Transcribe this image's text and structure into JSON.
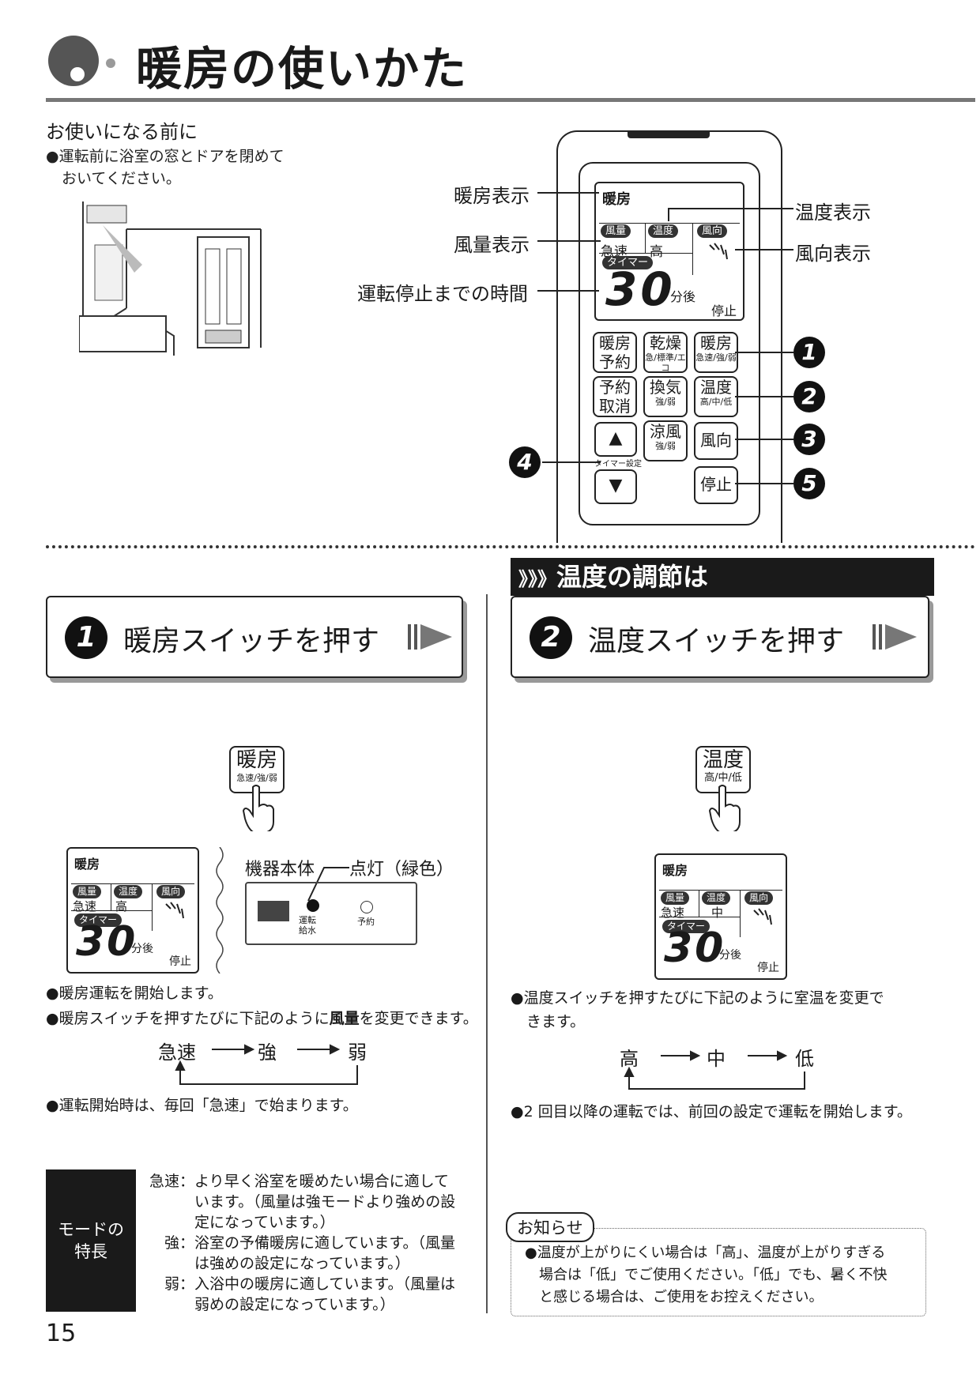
{
  "page": {
    "title": "暖房の使いかた",
    "page_number": "15"
  },
  "before_use": {
    "heading": "お使いになる前に",
    "bullet": "運転前に浴室の窓とドアを閉めて",
    "bullet_cont": "おいてください。"
  },
  "remote": {
    "lcd": {
      "mode": "暖房",
      "badge_fan": "風量",
      "badge_temp": "温度",
      "badge_dir": "風向",
      "fan_value": "急速",
      "temp_value": "高",
      "badge_timer": "タイマー",
      "timer_value": "30",
      "timer_unit": "分後",
      "timer_action": "停止"
    },
    "callouts": {
      "heating_display": "暖房表示",
      "fan_display": "風量表示",
      "time_until_stop": "運転停止までの時間",
      "temp_display": "温度表示",
      "direction_display": "風向表示"
    },
    "buttons": {
      "reserve_heat": [
        "暖房",
        "予約"
      ],
      "dry": {
        "main": "乾燥",
        "sub": "急/標準/エコ"
      },
      "heat": {
        "main": "暖房",
        "sub": "急速/強/弱"
      },
      "cancel_reserve": [
        "予約",
        "取消"
      ],
      "vent": {
        "main": "換気",
        "sub": "強/弱"
      },
      "temp": {
        "main": "温度",
        "sub": "高/中/低"
      },
      "up": "▲",
      "cool": {
        "main": "涼風",
        "sub": "強/弱"
      },
      "direction": "風向",
      "timer_set": "タイマー設定",
      "down": "▼",
      "stop": "停止"
    },
    "numbers": {
      "n1": "1",
      "n2": "2",
      "n3": "3",
      "n4": "4",
      "n5": "5"
    }
  },
  "step1": {
    "number": "1",
    "title": "暖房スイッチを押す",
    "button_main": "暖房",
    "button_sub": "急速/強/弱",
    "lcd": {
      "mode": "暖房",
      "badge_fan": "風量",
      "badge_temp": "温度",
      "badge_dir": "風向",
      "fan_value": "急速",
      "temp_value": "高",
      "badge_timer": "タイマー",
      "timer_value": "30",
      "timer_unit": "分後",
      "timer_action": "停止"
    },
    "unit_label": "機器本体",
    "lamp_label": "点灯（緑色）",
    "lamp1": [
      "運転",
      "給水"
    ],
    "lamp2": "予約",
    "bullets": [
      "暖房運転を開始します。"
    ],
    "bullet2_pre": "暖房スイッチを押すたびに下記のように",
    "bullet2_bold": "風量",
    "bullet2_post": "を変更できます。",
    "cycle": [
      "急速",
      "強",
      "弱"
    ],
    "bullet3": "運転開始時は、毎回「急速」で始まります。"
  },
  "temp_section": {
    "title": "温度の調節は",
    "prefix": "》》》"
  },
  "step2": {
    "number": "2",
    "title": "温度スイッチを押す",
    "button_main": "温度",
    "button_sub": "高/中/低",
    "lcd": {
      "mode": "暖房",
      "badge_fan": "風量",
      "badge_temp": "温度",
      "badge_dir": "風向",
      "fan_value": "急速",
      "temp_value": "中",
      "badge_timer": "タイマー",
      "timer_value": "30",
      "timer_unit": "分後",
      "timer_action": "停止"
    },
    "bullet1": "温度スイッチを押すたびに下記のように室温を変更で",
    "bullet1_cont": "きます。",
    "cycle": [
      "高",
      "中",
      "低"
    ],
    "bullet2": "2 回目以降の運転では、前回の設定で運転を開始します。"
  },
  "mode_features": {
    "label_line1": "モードの",
    "label_line2": "特長",
    "items": [
      {
        "key": "急速：",
        "lines": [
          "より早く浴室を暖めたい場合に適して",
          "います。（風量は強モードより強めの設",
          "定になっています。）"
        ]
      },
      {
        "key": "強：",
        "lines": [
          "浴室の予備暖房に適しています。（風量",
          "は強めの設定になっています。）"
        ]
      },
      {
        "key": "弱：",
        "lines": [
          "入浴中の暖房に適しています。（風量は",
          "弱めの設定になっています。）"
        ]
      }
    ]
  },
  "notice": {
    "label": "お知らせ",
    "lines": [
      "温度が上がりにくい場合は「高」、温度が上がりすぎる",
      "場合は「低」でご使用ください。「低」でも、暑く不快",
      "と感じる場合は、ご使用をお控えください。"
    ]
  }
}
